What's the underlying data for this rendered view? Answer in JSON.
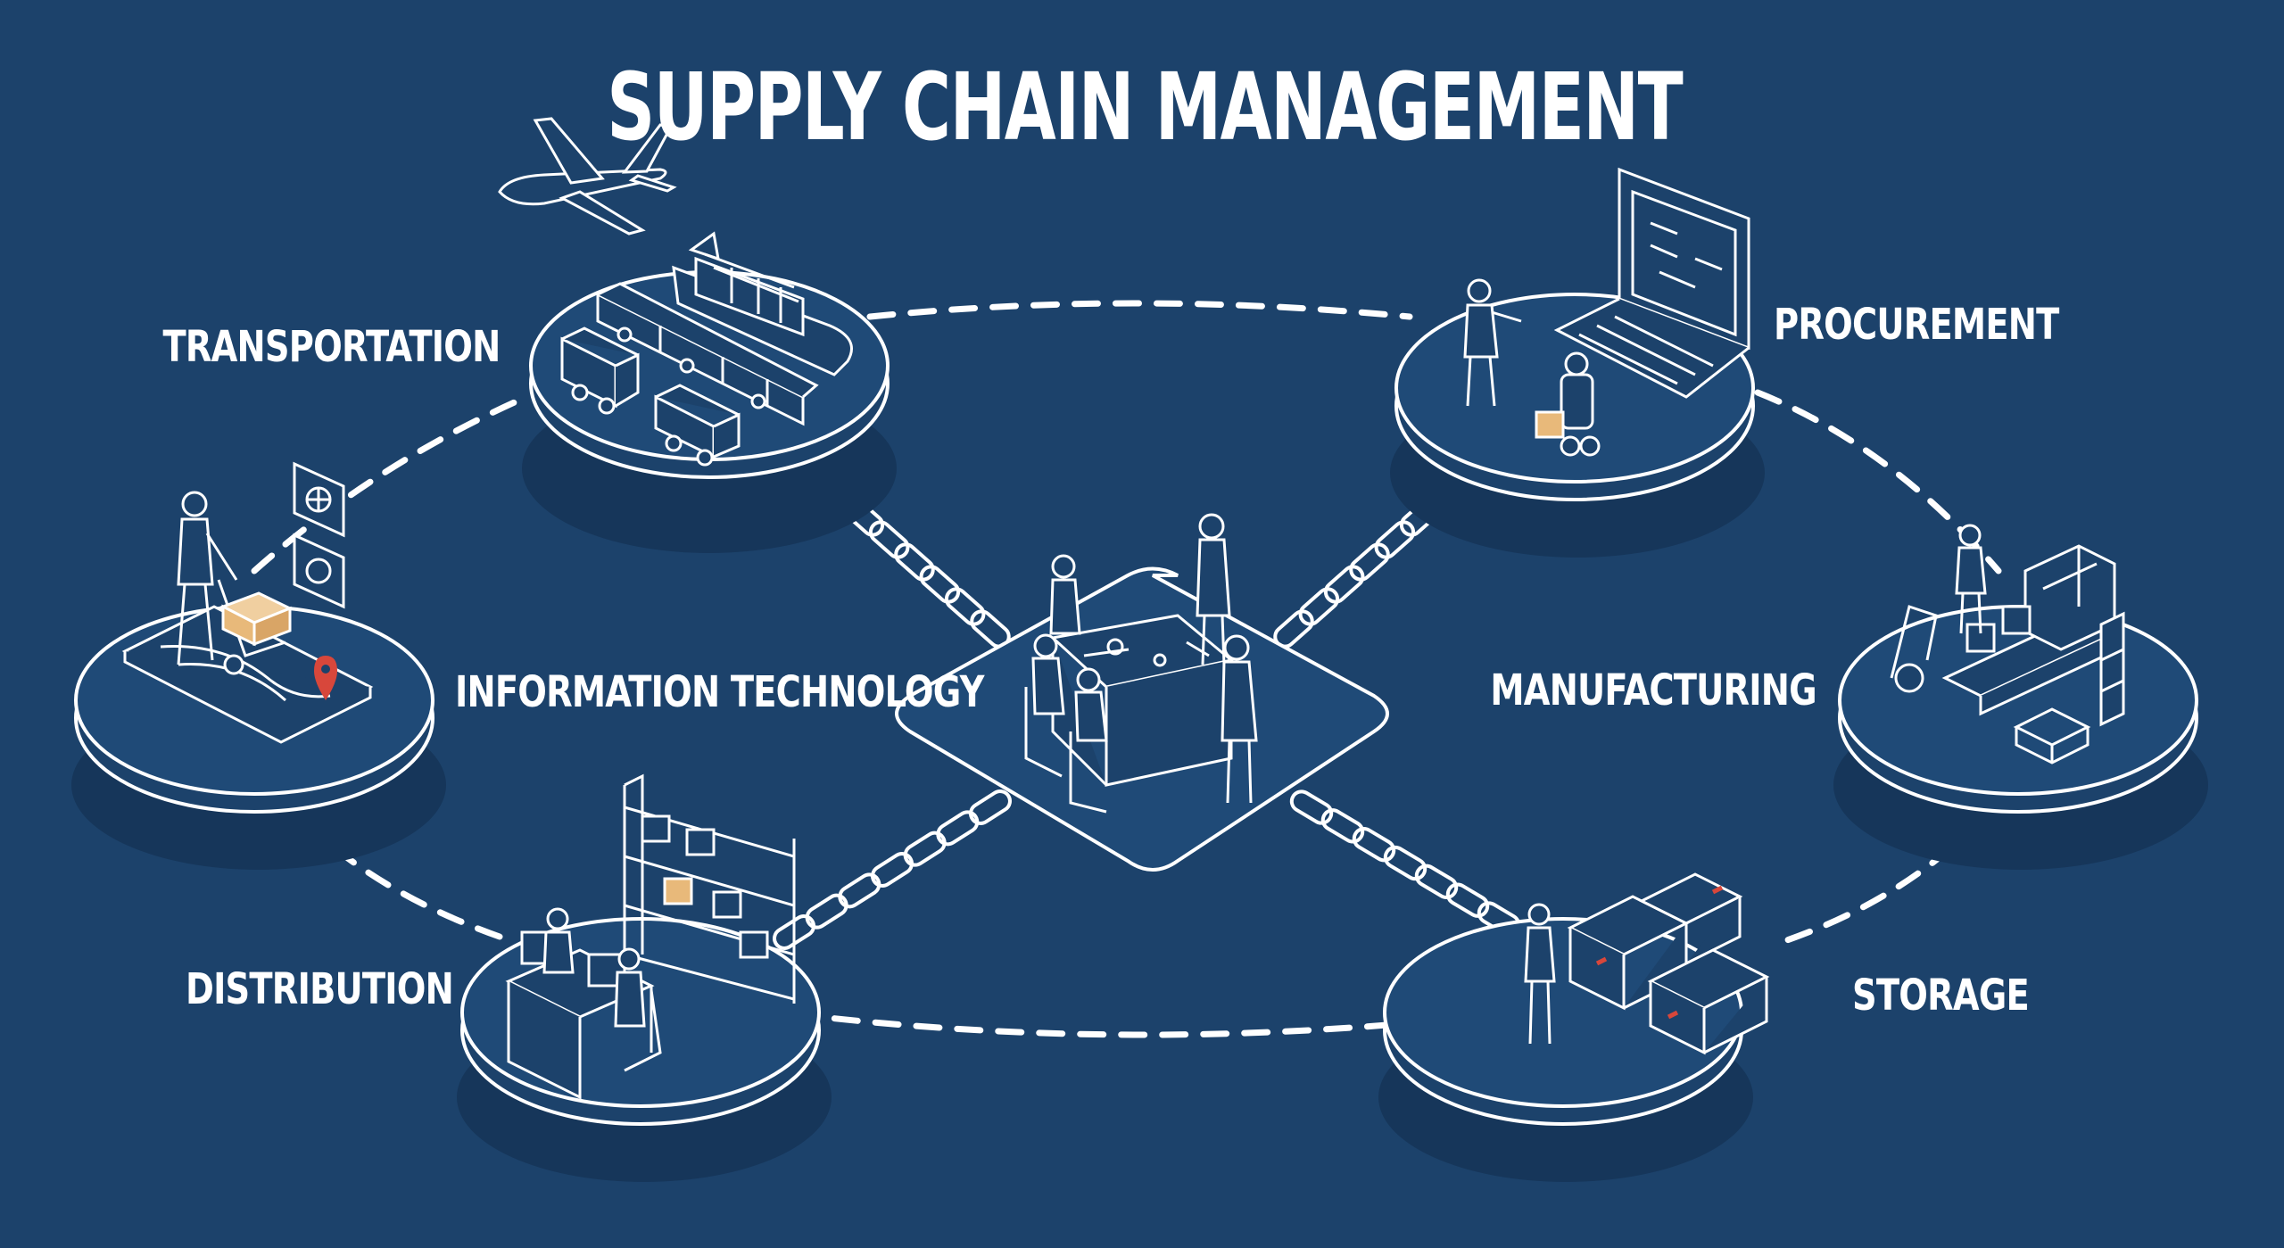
{
  "title": "SUPPLY CHAIN MANAGEMENT",
  "nodes": {
    "transportation": "TRANSPORTATION",
    "procurement": "PROCUREMENT",
    "manufacturing": "MANUFACTURING",
    "storage": "STORAGE",
    "distribution": "DISTRIBUTION",
    "information_technology": "INFORMATION TECHNOLOGY"
  },
  "colors": {
    "background": "#1c426b",
    "platform_top": "#1f4a77",
    "line": "#ffffff",
    "shadow": "#16365a",
    "accent_box": "#e8b97a",
    "accent_pin": "#d8473b"
  }
}
